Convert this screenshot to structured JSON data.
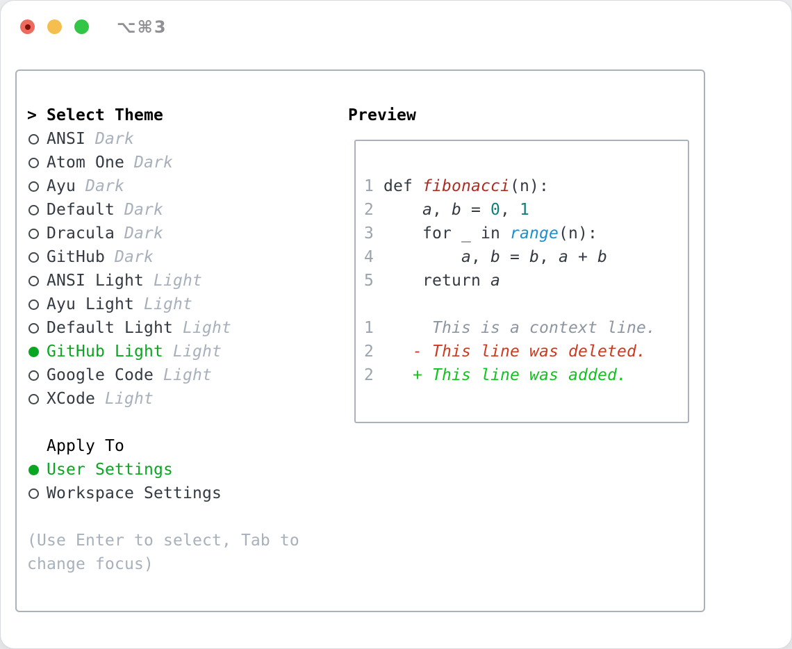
{
  "window": {
    "title_shortcut": "⌥⌘3",
    "traffic_lights": [
      {
        "name": "close-button",
        "has_dot": true
      },
      {
        "name": "minimize-button",
        "has_dot": false
      },
      {
        "name": "maximize-button",
        "has_dot": false
      }
    ]
  },
  "left_panel": {
    "header": {
      "prompt": ">",
      "label": "Select Theme"
    },
    "themes": [
      {
        "name": "ANSI",
        "badge": "Dark",
        "selected": false
      },
      {
        "name": "Atom One",
        "badge": "Dark",
        "selected": false
      },
      {
        "name": "Ayu",
        "badge": "Dark",
        "selected": false
      },
      {
        "name": "Default",
        "badge": "Dark",
        "selected": false
      },
      {
        "name": "Dracula",
        "badge": "Dark",
        "selected": false
      },
      {
        "name": "GitHub",
        "badge": "Dark",
        "selected": false
      },
      {
        "name": "ANSI Light",
        "badge": "Light",
        "selected": false
      },
      {
        "name": "Ayu Light",
        "badge": "Light",
        "selected": false
      },
      {
        "name": "Default Light",
        "badge": "Light",
        "selected": false
      },
      {
        "name": "GitHub Light",
        "badge": "Light",
        "selected": true
      },
      {
        "name": "Google Code",
        "badge": "Light",
        "selected": false
      },
      {
        "name": "XCode",
        "badge": "Light",
        "selected": false
      }
    ],
    "apply_to": {
      "label": "Apply To",
      "options": [
        {
          "label": "User Settings",
          "selected": true
        },
        {
          "label": "Workspace Settings",
          "selected": false
        }
      ]
    },
    "help_text": "(Use Enter to select, Tab to change focus)"
  },
  "preview": {
    "title": "Preview",
    "code_lines": [
      {
        "num": "1",
        "segments": [
          {
            "t": "def ",
            "c": "t"
          },
          {
            "t": "fibonacci",
            "c": "fn"
          },
          {
            "t": "(n):",
            "c": "t"
          }
        ]
      },
      {
        "num": "2",
        "segments": [
          {
            "t": "    ",
            "c": "t"
          },
          {
            "t": "a",
            "c": "v"
          },
          {
            "t": ", ",
            "c": "t"
          },
          {
            "t": "b",
            "c": "v"
          },
          {
            "t": " = ",
            "c": "t"
          },
          {
            "t": "0",
            "c": "n"
          },
          {
            "t": ", ",
            "c": "t"
          },
          {
            "t": "1",
            "c": "n"
          }
        ]
      },
      {
        "num": "3",
        "segments": [
          {
            "t": "    for _ in ",
            "c": "t"
          },
          {
            "t": "range",
            "c": "b"
          },
          {
            "t": "(n):",
            "c": "t"
          }
        ]
      },
      {
        "num": "4",
        "segments": [
          {
            "t": "        ",
            "c": "t"
          },
          {
            "t": "a",
            "c": "v"
          },
          {
            "t": ", ",
            "c": "t"
          },
          {
            "t": "b",
            "c": "v"
          },
          {
            "t": " = ",
            "c": "t"
          },
          {
            "t": "b",
            "c": "v"
          },
          {
            "t": ", ",
            "c": "t"
          },
          {
            "t": "a",
            "c": "v"
          },
          {
            "t": " + ",
            "c": "t"
          },
          {
            "t": "b",
            "c": "v"
          }
        ]
      },
      {
        "num": "5",
        "segments": [
          {
            "t": "    return ",
            "c": "t"
          },
          {
            "t": "a",
            "c": "v"
          }
        ]
      },
      {
        "num": "",
        "segments": []
      },
      {
        "num": "1",
        "segments": [
          {
            "t": "     ",
            "c": "t"
          },
          {
            "t": "This is a context line.",
            "c": "ctx"
          }
        ]
      },
      {
        "num": "2",
        "segments": [
          {
            "t": "   ",
            "c": "t"
          },
          {
            "t": "- ",
            "c": "del"
          },
          {
            "t": "This line was deleted.",
            "c": "del"
          }
        ]
      },
      {
        "num": "2",
        "segments": [
          {
            "t": "   ",
            "c": "t"
          },
          {
            "t": "+ ",
            "c": "add"
          },
          {
            "t": "This line was added.",
            "c": "add"
          }
        ]
      }
    ]
  },
  "colors": {
    "sel-green": "#0aa622",
    "add-green": "#10c41d",
    "del-red": "#ce3a1f",
    "fn-red": "#b02d22",
    "num-teal": "#0d7f7d",
    "builtin-blue": "#1b8fd0",
    "text-dark": "#333a42",
    "gray-badge": "#a7b0bb",
    "gray-num": "#9aa4af",
    "gray-ctx": "#8d96a0",
    "border-gray": "#a9b1bb",
    "tl-red": "#ee6a5e",
    "tl-dot": "#7d1007",
    "tl-yellow": "#f5bf4f",
    "tl-green": "#32c546",
    "title-gray": "#8f9094"
  }
}
